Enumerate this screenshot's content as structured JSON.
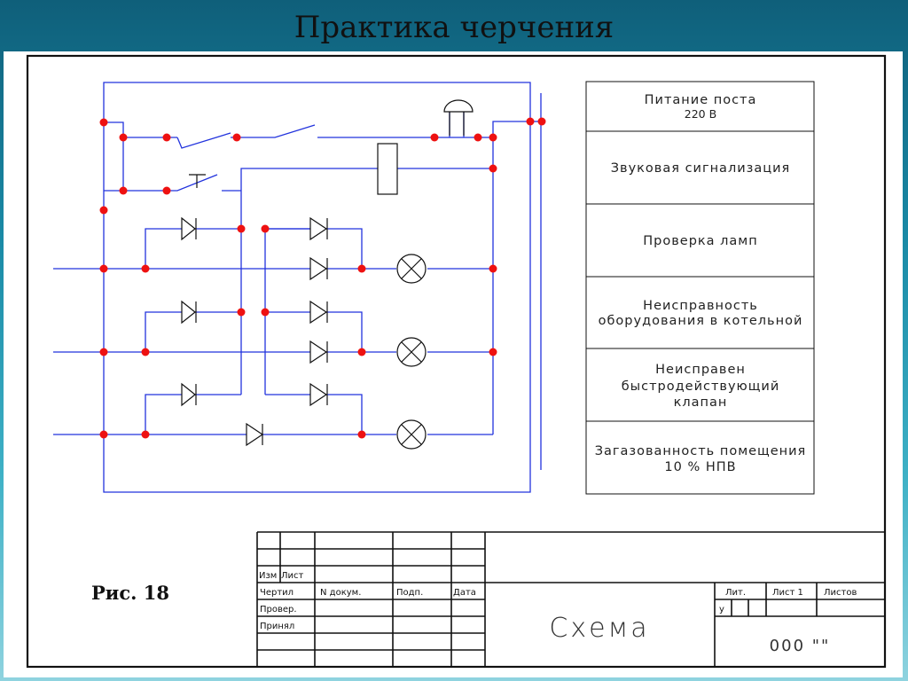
{
  "slide": {
    "title": "Практика черчения",
    "caption": "Рис. 18"
  },
  "legend": {
    "rows": [
      {
        "lines": [
          "Питание поста",
          "220 В"
        ]
      },
      {
        "lines": [
          "Звуковая сигнализация"
        ]
      },
      {
        "lines": [
          "Проверка ламп"
        ]
      },
      {
        "lines": [
          "Неисправность",
          "оборудования в котельной"
        ]
      },
      {
        "lines": [
          "Неисправен",
          "быстродействующий",
          "клапан"
        ]
      },
      {
        "lines": [
          "Загазованность помещения",
          "10 % НПВ"
        ]
      }
    ]
  },
  "stamp": {
    "labels": {
      "izm": "Изм",
      "list": "Лист",
      "chertil": "Чертил",
      "n_dokum": "N докум.",
      "podp": "Подп.",
      "data": "Дата",
      "prover": "Провер.",
      "prinyal": "Принял",
      "lit": "Лит.",
      "list1": "Лист 1",
      "listov": "Листов",
      "lit_value": "у"
    },
    "drawing_title": "Схема",
    "designation": "000 \"\""
  },
  "colors": {
    "wire": "#2233dd",
    "node": "#ee1111",
    "ink": "#111111"
  }
}
